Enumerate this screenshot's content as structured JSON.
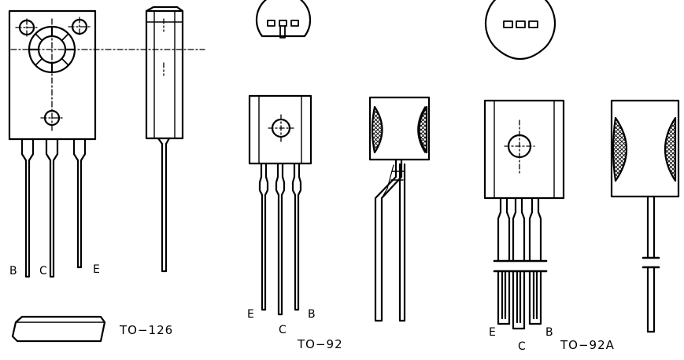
{
  "packages": [
    {
      "id": "to126",
      "name": "TO−126",
      "pins": [
        "B",
        "C",
        "E"
      ]
    },
    {
      "id": "to92",
      "name": "TO−92",
      "pins": [
        "E",
        "C",
        "B"
      ]
    },
    {
      "id": "to92a",
      "name": "TO−92A",
      "pins": [
        "E",
        "C",
        "B"
      ]
    }
  ],
  "colors": {
    "ink": "#000000",
    "paper": "#ffffff"
  }
}
